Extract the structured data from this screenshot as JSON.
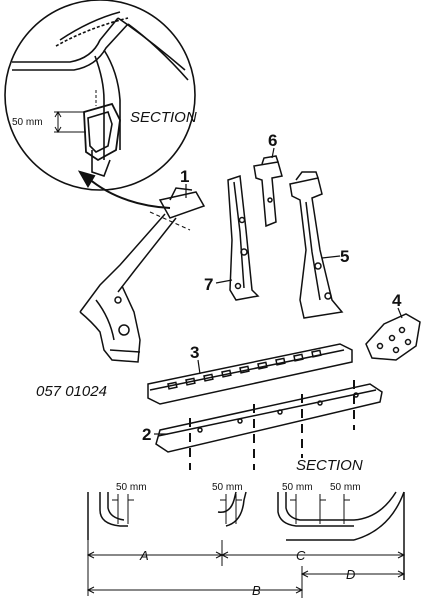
{
  "diagram": {
    "part_labels": [
      "1",
      "2",
      "3",
      "4",
      "5",
      "6",
      "7"
    ],
    "section_label_top": "SECTION",
    "section_label_bottom": "SECTION",
    "dimension_50mm": "50 mm",
    "figure_code": "057 01024",
    "dimension_letters": [
      "A",
      "B",
      "C",
      "D"
    ]
  }
}
